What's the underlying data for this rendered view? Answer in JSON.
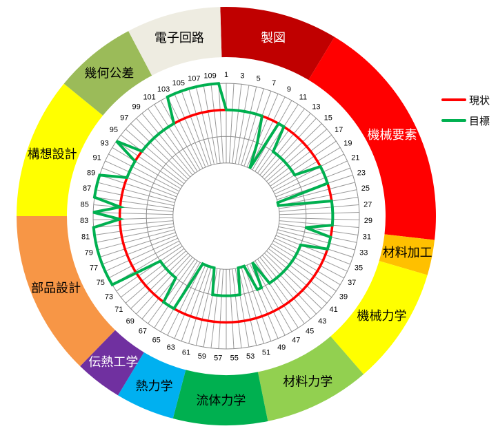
{
  "chart_data": {
    "type": "radar",
    "axis_count": 110,
    "tick_labels": [
      "1",
      "3",
      "5",
      "7",
      "9",
      "11",
      "13",
      "15",
      "17",
      "19",
      "21",
      "23",
      "25",
      "27",
      "29",
      "31",
      "33",
      "35",
      "37",
      "39",
      "41",
      "43",
      "45",
      "47",
      "49",
      "51",
      "53",
      "55",
      "57",
      "59",
      "61",
      "63",
      "65",
      "67",
      "69",
      "71",
      "73",
      "75",
      "77",
      "79",
      "81",
      "83",
      "85",
      "87",
      "89",
      "91",
      "93",
      "95",
      "97",
      "99",
      "101",
      "103",
      "105",
      "107",
      "109"
    ],
    "radial_range": [
      0,
      5
    ],
    "gridlines": [
      2,
      3,
      4,
      5
    ],
    "series": [
      {
        "name": "現状",
        "color": "#FF0000",
        "values": [
          4,
          4,
          4,
          4,
          4,
          4,
          4,
          4,
          4,
          4,
          4,
          4,
          4,
          4,
          4,
          4,
          4,
          4,
          4,
          4,
          4,
          4,
          4,
          4,
          4,
          4,
          4,
          4,
          4,
          4,
          4,
          4,
          4,
          4,
          4,
          4,
          4,
          4,
          4,
          4,
          4,
          4,
          4,
          4,
          4,
          4,
          4,
          4,
          4,
          4,
          4,
          4,
          4,
          4,
          4,
          4,
          4,
          4,
          4,
          4,
          4,
          4,
          4,
          4,
          4,
          4,
          4,
          4,
          4,
          4,
          4,
          4,
          4,
          4,
          4,
          4,
          4,
          4,
          4,
          4,
          4,
          4,
          4,
          4,
          4,
          4,
          4,
          4,
          4,
          4,
          4,
          4,
          4,
          4,
          4,
          4,
          4,
          4,
          4,
          4,
          4,
          4,
          4,
          4,
          4,
          4,
          4,
          4,
          4,
          4
        ]
      },
      {
        "name": "目標",
        "color": "#00B050",
        "values": [
          4,
          4,
          4,
          4,
          4,
          4,
          4,
          3,
          2,
          4,
          4,
          3,
          3,
          3,
          3,
          3,
          3,
          3,
          3,
          4,
          4,
          4,
          4,
          2,
          2,
          4,
          4,
          4,
          4,
          4,
          3,
          4,
          4,
          4,
          3,
          3,
          3,
          3,
          3,
          3,
          3,
          3,
          3,
          3,
          3,
          3,
          2,
          3,
          3,
          2,
          2,
          2,
          3,
          3,
          3,
          3,
          3,
          3,
          3,
          2,
          2,
          2,
          2,
          2,
          4,
          4,
          4,
          3,
          3,
          3,
          3,
          3,
          3,
          5,
          5,
          5,
          5,
          5,
          5,
          5,
          5,
          5,
          4,
          5,
          4,
          5,
          5,
          5,
          5,
          4,
          4,
          4,
          4,
          5,
          4,
          4,
          4,
          4,
          4,
          4,
          4,
          4,
          5,
          5,
          5,
          5,
          5,
          5,
          5,
          5
        ]
      }
    ],
    "legend": "right",
    "category_ring": [
      {
        "label": "製図",
        "items": 10,
        "color": "#C00000",
        "text_color": "#FFFFFF"
      },
      {
        "label": "機械要素",
        "items": 20,
        "color": "#FF0000",
        "text_color": "#FFFFFF"
      },
      {
        "label": "材料加工",
        "items": 3,
        "color": "#FFC000",
        "text_color": "#000000"
      },
      {
        "label": "機械力学",
        "items": 10,
        "color": "#FFFF00",
        "text_color": "#000000"
      },
      {
        "label": "材料力学",
        "items": 9,
        "color": "#92D050",
        "text_color": "#000000"
      },
      {
        "label": "流体力学",
        "items": 8,
        "color": "#00B050",
        "text_color": "#000000"
      },
      {
        "label": "熱力学",
        "items": 5,
        "color": "#00B0F0",
        "text_color": "#000000"
      },
      {
        "label": "伝熱工学",
        "items": 4,
        "color": "#7030A0",
        "text_color": "#FFFFFF"
      },
      {
        "label": "部品設計",
        "items": 14,
        "color": "#F79646",
        "text_color": "#000000"
      },
      {
        "label": "構想設計",
        "items": 12,
        "color": "#FFFF00",
        "text_color": "#000000"
      },
      {
        "label": "幾何公差",
        "items": 7,
        "color": "#9BBB59",
        "text_color": "#000000"
      },
      {
        "label": "電子回路",
        "items": 8,
        "color": "#EEECE1",
        "text_color": "#000000"
      }
    ]
  }
}
